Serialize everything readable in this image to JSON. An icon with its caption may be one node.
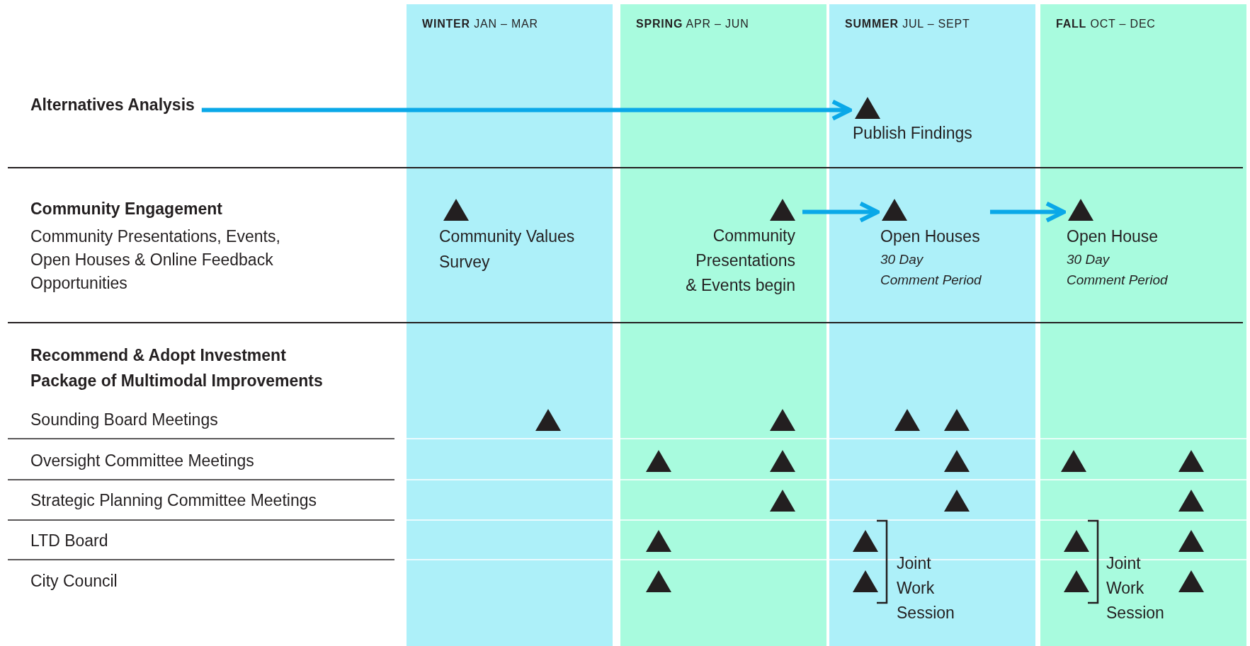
{
  "diagram": {
    "nodes": [
      {
        "text": [
          "**WINTER** JAN – MAR"
        ]
      },
      {
        "text": [
          "**SPRING** APR – JUN"
        ]
      },
      {
        "text": [
          "**SUMMER** JUL – SEPT"
        ]
      },
      {
        "text": [
          "**FALL** OCT – DEC"
        ]
      },
      {
        "text": [
          "Alternatives Analysis"
        ]
      },
      {
        "text": [
          "Publish Findings"
        ],
        "in": 2
      },
      {
        "text": [
          "Community Values Survey"
        ],
        "in": 0
      },
      {
        "text": [
          "Community Presentations & Events begin"
        ],
        "in": 1
      },
      {
        "text": [
          "Open Houses",
          "30 Day Comment Period"
        ],
        "in": 2
      },
      {
        "text": [
          "Open House",
          "30 Day Comment Period"
        ],
        "in": 3
      },
      {
        "text": [],
        "shape": "triangle",
        "in": 0
      },
      {
        "text": [],
        "shape": "triangle",
        "in": 1
      },
      {
        "text": [],
        "shape": "triangle",
        "in": 2
      },
      {
        "text": [],
        "shape": "triangle",
        "in": 2
      },
      {
        "text": [],
        "shape": "triangle",
        "in": 1
      },
      {
        "text": [],
        "shape": "triangle",
        "in": 1
      },
      {
        "text": [],
        "shape": "triangle",
        "in": 2
      },
      {
        "text": [],
        "shape": "triangle",
        "in": 3
      },
      {
        "text": [],
        "shape": "triangle",
        "in": 3
      },
      {
        "text": [],
        "shape": "triangle",
        "in": 1
      },
      {
        "text": [],
        "shape": "triangle",
        "in": 2
      },
      {
        "text": [],
        "shape": "triangle",
        "in": 3
      },
      {
        "text": [],
        "shape": "triangle",
        "in": 1
      },
      {
        "text": [],
        "shape": "triangle",
        "in": 2
      },
      {
        "text": [],
        "shape": "triangle",
        "in": 3
      },
      {
        "text": [],
        "shape": "triangle",
        "in": 3
      },
      {
        "text": [],
        "shape": "triangle",
        "in": 1
      },
      {
        "text": [],
        "shape": "triangle",
        "in": 2
      },
      {
        "text": [],
        "shape": "triangle",
        "in": 3
      },
      {
        "text": [],
        "shape": "triangle",
        "in": 3
      }
    ],
    "edges": [
      {
        "from": 4,
        "to": 5,
        "arrow": "to"
      },
      {
        "from": 7,
        "to": 8,
        "arrow": "to"
      },
      {
        "from": 8,
        "to": 9,
        "arrow": "to"
      }
    ],
    "labels": [
      "Community Engagement",
      "Community Presentations, Events, Open Houses & Online Feedback Opportunities",
      "Recommend & Adopt Investment Package of Multimodal Improvements",
      "Sounding Board Meetings",
      "Oversight Committee Meetings",
      "Strategic Planning Committee Meetings",
      "LTD Board",
      "City Council",
      "Joint Work Session",
      "Joint Work Session"
    ]
  }
}
